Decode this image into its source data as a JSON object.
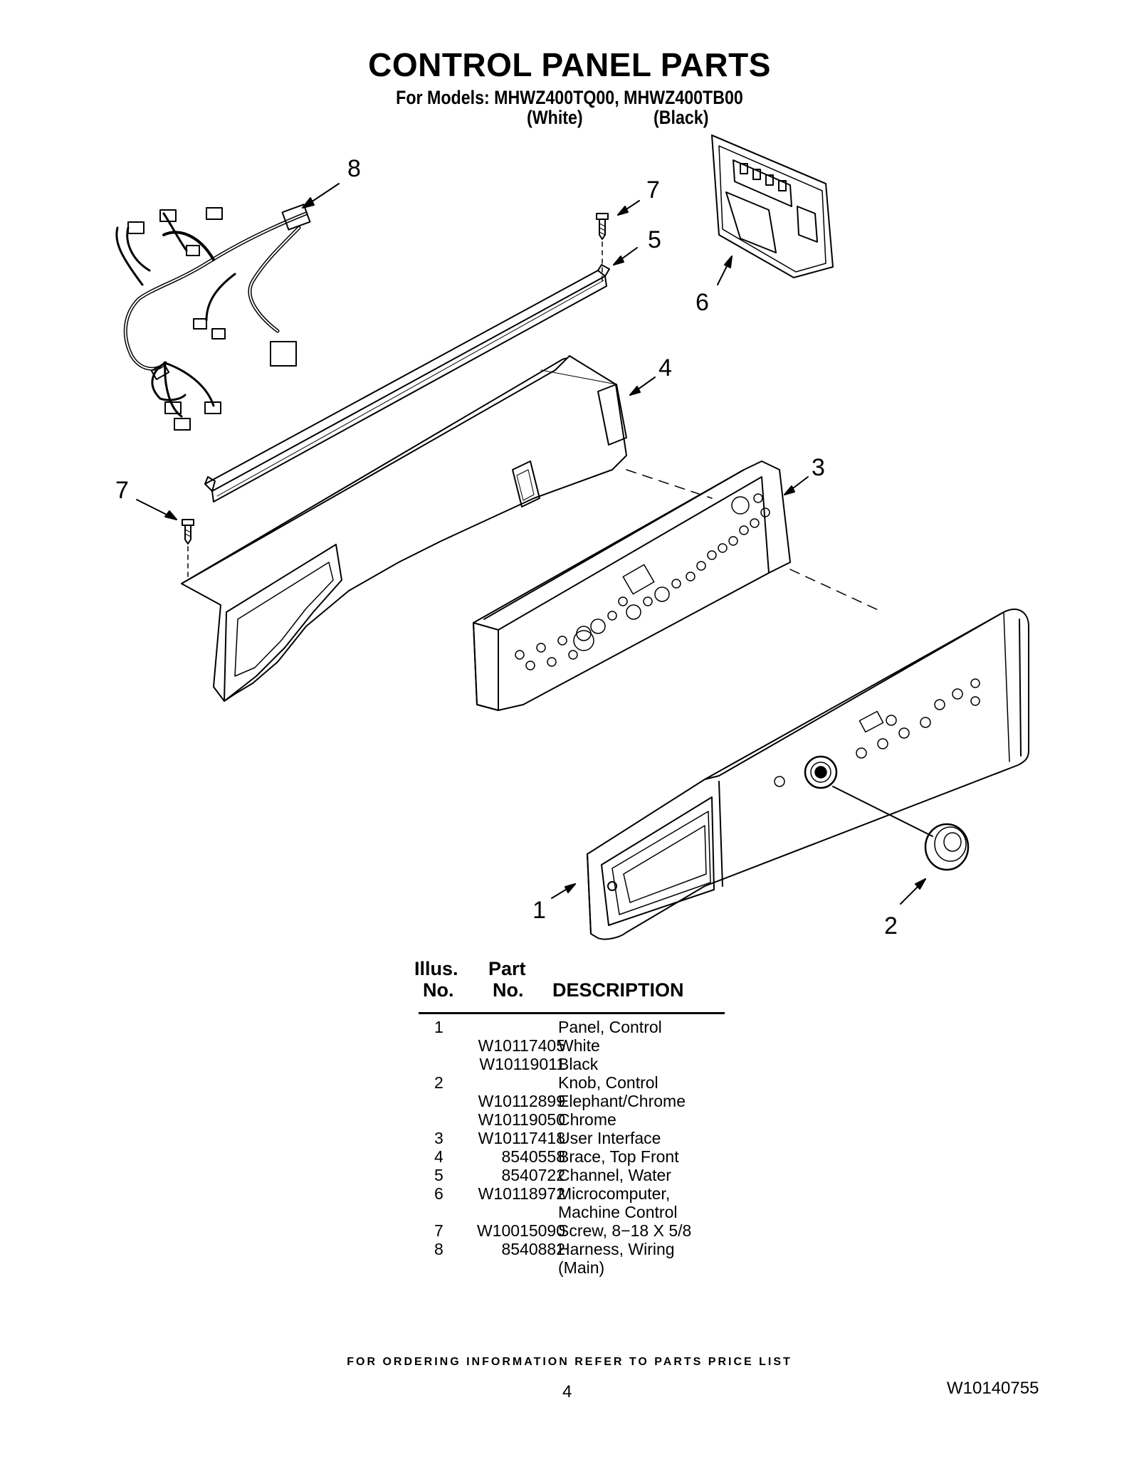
{
  "header": {
    "title": "CONTROL PANEL PARTS",
    "models": "For Models: MHWZ400TQ00, MHWZ400TB00",
    "variant_white": "(White)",
    "variant_black": "(Black)"
  },
  "callouts": [
    "8",
    "7",
    "5",
    "6",
    "4",
    "7",
    "3",
    "1",
    "2"
  ],
  "table": {
    "headers": {
      "illus_line1": "Illus.",
      "illus_line2": "No.",
      "part_line1": "Part",
      "part_line2": "No.",
      "description": "DESCRIPTION"
    },
    "rows": [
      {
        "illus": "1",
        "part": "",
        "desc": "Panel, Control"
      },
      {
        "illus": "",
        "part": "W10117405",
        "desc": "White"
      },
      {
        "illus": "",
        "part": "W10119011",
        "desc": "Black"
      },
      {
        "illus": "2",
        "part": "",
        "desc": "Knob, Control"
      },
      {
        "illus": "",
        "part": "W10112899",
        "desc": "Elephant/Chrome"
      },
      {
        "illus": "",
        "part": "W10119050",
        "desc": "Chrome"
      },
      {
        "illus": "3",
        "part": "W10117418",
        "desc": "User Interface"
      },
      {
        "illus": "4",
        "part": "8540558",
        "desc": "Brace, Top Front"
      },
      {
        "illus": "5",
        "part": "8540722",
        "desc": "Channel, Water"
      },
      {
        "illus": "6",
        "part": "W10118972",
        "desc": "Microcomputer,"
      },
      {
        "illus": "",
        "part": "",
        "desc": "Machine Control"
      },
      {
        "illus": "7",
        "part": "W10015090",
        "desc": "Screw, 8−18 X 5/8"
      },
      {
        "illus": "8",
        "part": "8540882",
        "desc": "Harness, Wiring"
      },
      {
        "illus": "",
        "part": "",
        "desc": "(Main)"
      }
    ]
  },
  "footer": {
    "ordering_note": "FOR ORDERING INFORMATION REFER TO PARTS PRICE LIST",
    "page_number": "4",
    "document_number": "W10140755"
  }
}
